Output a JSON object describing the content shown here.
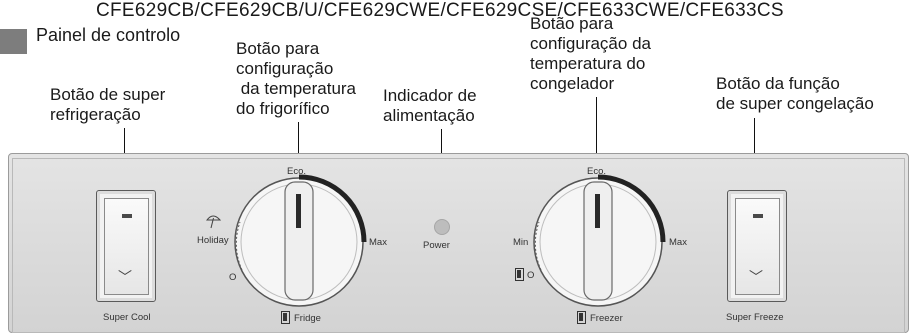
{
  "header": {
    "model_line": "CFE629CB/CFE629CB/U/CFE629CWE/CFE629CSE/CFE633CWE/CFE633CS",
    "section_title": "Painel de controlo"
  },
  "callouts": {
    "super_cool": "Botão de super\nrefrigeração",
    "fridge_temp": "Botão para\nconfiguração\n da temperatura\ndo frigorífico",
    "power": "Indicador de\nalimentação",
    "freezer_temp": "Botão para\nconfiguração da\ntemperatura do\ncongelador",
    "super_freeze": "Botão da função\nde super congelação"
  },
  "panel": {
    "super_cool_label": "Super Cool",
    "fridge": {
      "eco": "Eco.",
      "holiday": "Holiday",
      "max": "Max",
      "label": "Fridge",
      "off_mark": "O"
    },
    "power_label": "Power",
    "freezer": {
      "eco": "Eco.",
      "min": "Min",
      "max": "Max",
      "label": "Freezer",
      "off_mark": "O"
    },
    "super_freeze_label": "Super Freeze",
    "chevron_glyph": "﹀"
  }
}
